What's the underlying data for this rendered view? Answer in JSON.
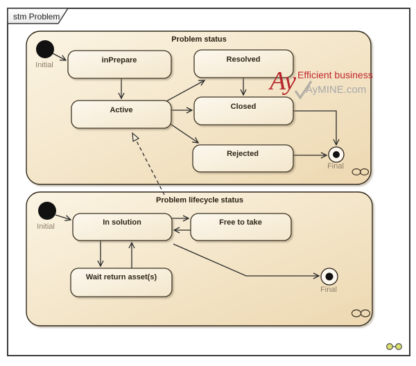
{
  "frame": {
    "tab_label": "stm Problem"
  },
  "watermark": {
    "logo": "Ay",
    "tagline": "Efficient business",
    "site": "AyMINE.com",
    "logo_color": "#b5252b",
    "tagline_color": "#c2272e",
    "site_color": "#a8a8a8"
  },
  "colors": {
    "frame_border": "#3a3a3a",
    "composite_fill_light": "#fbf4e3",
    "composite_fill_dark": "#edd8b1",
    "state_fill_light": "#fcf8ee",
    "state_fill_dark": "#f3e6cb",
    "line": "#2a2a2a",
    "link_icon_fill": "#dde26e"
  },
  "regions": {
    "problem_status": {
      "title": "Problem status",
      "initial_label": "Initial",
      "final_label": "Final",
      "states": {
        "inprepare": "inPrepare",
        "active": "Active",
        "resolved": "Resolved",
        "closed": "Closed",
        "rejected": "Rejected"
      },
      "transitions": [
        {
          "from": "Initial",
          "to": "inPrepare",
          "style": "solid"
        },
        {
          "from": "inPrepare",
          "to": "Active",
          "style": "solid"
        },
        {
          "from": "Active",
          "to": "Resolved",
          "style": "solid"
        },
        {
          "from": "Active",
          "to": "Closed",
          "style": "solid"
        },
        {
          "from": "Active",
          "to": "Rejected",
          "style": "solid"
        },
        {
          "from": "Resolved",
          "to": "Closed",
          "style": "solid"
        },
        {
          "from": "Closed",
          "to": "Final",
          "style": "solid"
        },
        {
          "from": "Rejected",
          "to": "Final",
          "style": "solid"
        }
      ]
    },
    "problem_lifecycle": {
      "title": "Problem lifecycle status",
      "initial_label": "Initial",
      "final_label": "Final",
      "states": {
        "in_solution": "In solution",
        "free_to_take": "Free to take",
        "wait_return": "Wait return asset(s)"
      },
      "transitions": [
        {
          "from": "Initial",
          "to": "In solution",
          "style": "solid"
        },
        {
          "from": "In solution",
          "to": "Free to take",
          "style": "solid"
        },
        {
          "from": "Free to take",
          "to": "In solution",
          "style": "solid"
        },
        {
          "from": "In solution",
          "to": "Wait return asset(s)",
          "style": "solid"
        },
        {
          "from": "Wait return asset(s)",
          "to": "In solution",
          "style": "solid"
        },
        {
          "from": "In solution",
          "to": "Final",
          "style": "solid"
        },
        {
          "from": "Problem lifecycle status",
          "to": "Active",
          "style": "dashed-dependency"
        }
      ]
    }
  }
}
